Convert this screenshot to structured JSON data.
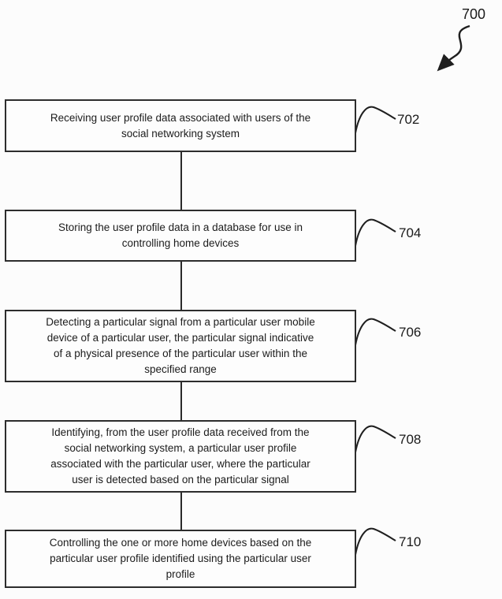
{
  "figure": {
    "reference": "700",
    "background_color": "#fcfcfc",
    "line_color": "#2a2a2a",
    "box_border_color": "#2d2d2d"
  },
  "steps": [
    {
      "ref": "702",
      "lines": [
        "Receiving user profile data associated with users of the",
        "social networking system"
      ]
    },
    {
      "ref": "704",
      "lines": [
        "Storing the user profile data in a database for use in",
        "controlling home devices"
      ]
    },
    {
      "ref": "706",
      "lines": [
        "Detecting a particular signal from a particular user mobile",
        "device of a particular user, the particular signal indicative",
        "of a physical presence of the particular user within the",
        "specified range"
      ]
    },
    {
      "ref": "708",
      "lines": [
        "Identifying, from the user profile data received from the",
        "social networking system, a particular user profile",
        "associated with the particular user, where the particular",
        "user is detected based on the particular signal"
      ]
    },
    {
      "ref": "710",
      "lines": [
        "Controlling the one or more home devices based on the",
        "particular user profile identified using the particular user",
        "profile"
      ]
    }
  ]
}
